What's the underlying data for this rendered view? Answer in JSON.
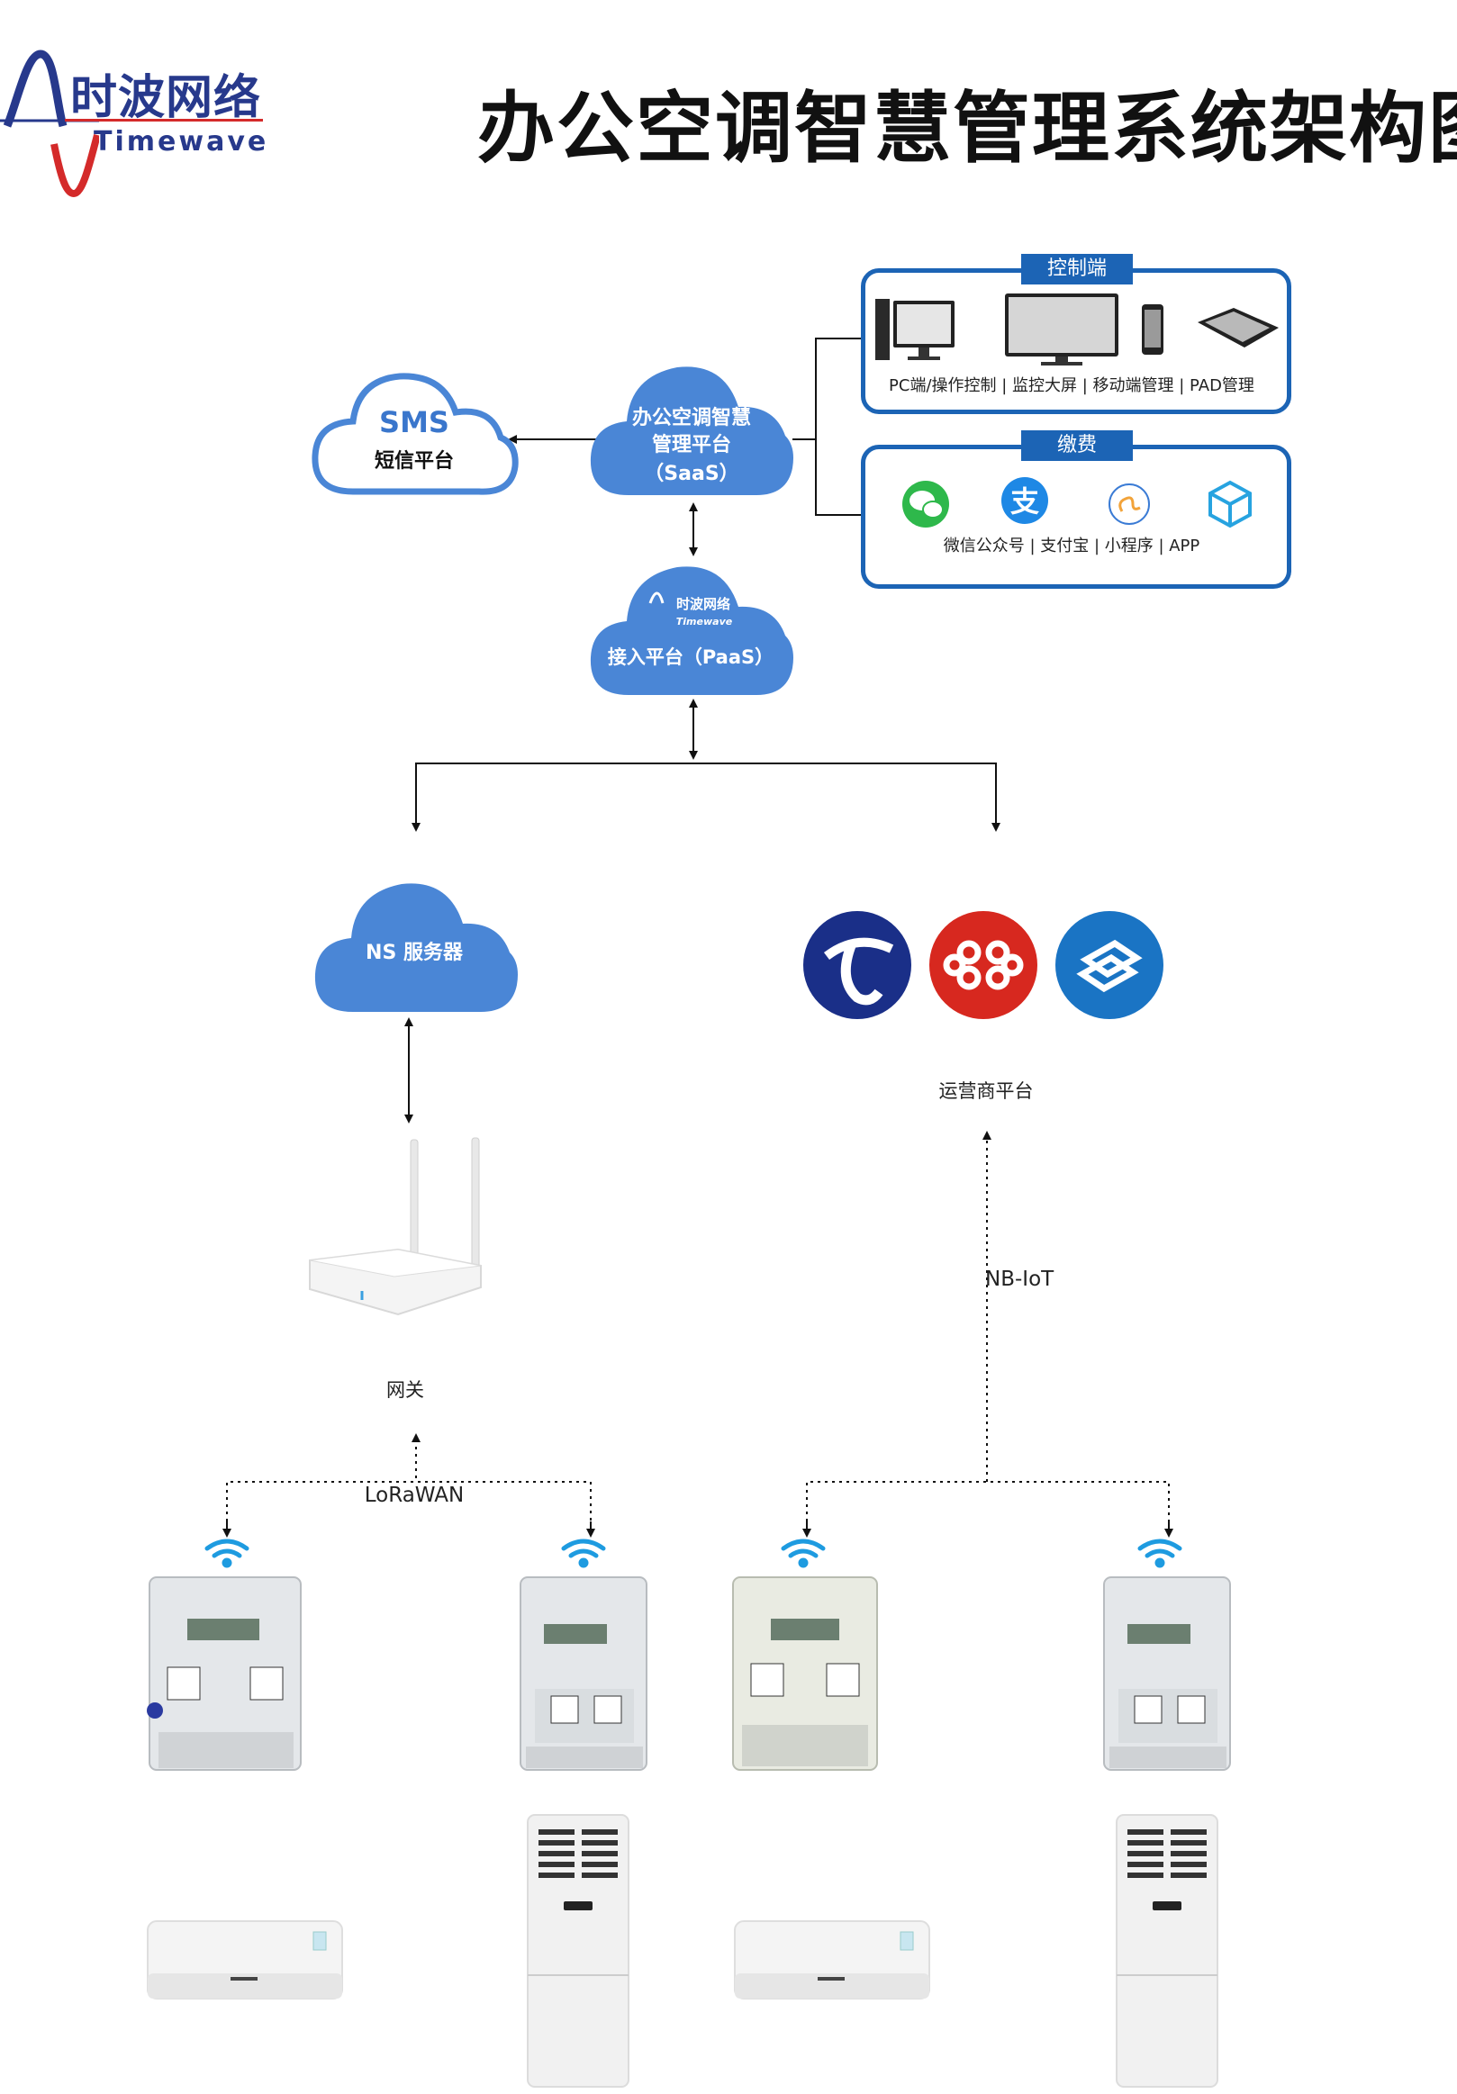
{
  "title": "办公空调智慧管理系统架构图",
  "logo": {
    "name_cn": "时波网络",
    "name_en": "Timewave"
  },
  "clouds": {
    "sms": {
      "line1": "SMS",
      "line2": "短信平台"
    },
    "saas": {
      "line1": "办公空调智慧",
      "line2": "管理平台",
      "line3": "（SaaS）"
    },
    "paas": {
      "logo_cn": "时波网络",
      "logo_en": "Timewave",
      "label": "接入平台（PaaS）"
    },
    "ns": {
      "label": "NS 服务器"
    }
  },
  "control_panel": {
    "tab": "控制端",
    "caption": "PC端/操作控制 | 监控大屏 | 移动端管理 | PAD管理",
    "icons": [
      "desktop-pc-icon",
      "large-monitor-icon",
      "smartphone-icon",
      "tablet-icon"
    ]
  },
  "payment_panel": {
    "tab": "缴费",
    "caption": "微信公众号 | 支付宝 | 小程序 | APP",
    "icons": [
      "wechat-icon",
      "alipay-icon",
      "mini-program-icon",
      "app-cube-icon"
    ]
  },
  "carriers": {
    "label": "运营商平台",
    "icons": [
      "china-telecom-icon",
      "china-unicom-icon",
      "china-mobile-icon"
    ]
  },
  "gateway": {
    "label": "网关"
  },
  "protocols": {
    "lora": "LoRaWAN",
    "nbiot": "NB-IoT"
  },
  "colors": {
    "brand_blue": "#1c64b5",
    "cloud_blue": "#4a86d6",
    "logo_blue": "#27398c",
    "logo_red": "#d42a2a"
  }
}
